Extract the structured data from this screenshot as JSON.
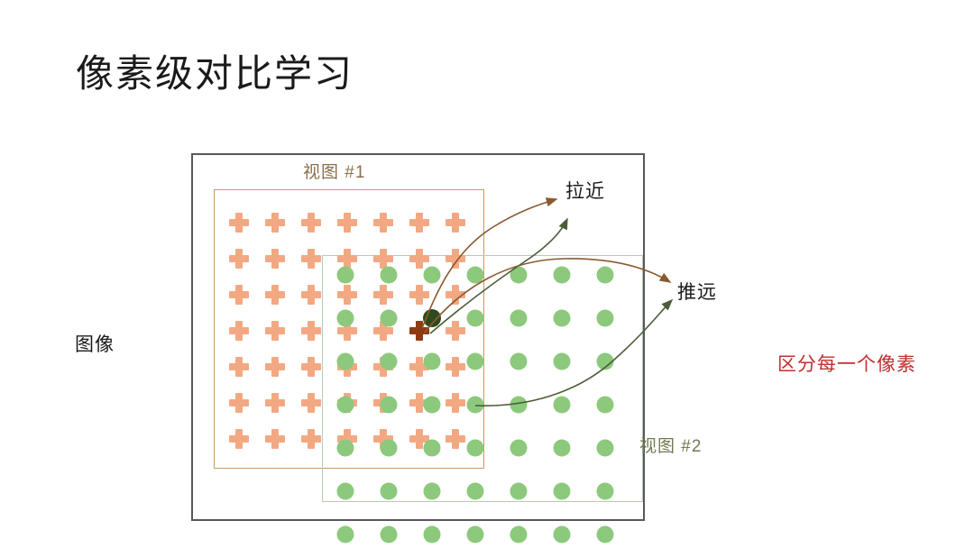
{
  "slide": {
    "title": "像素级对比学习",
    "image_label": "图像",
    "takeaway_label": "区分每一个像素",
    "takeaway_color": "#c03030"
  },
  "diagram": {
    "view1": {
      "label": "视图 #1",
      "border_color": "#c79a68",
      "label_color": "#8a7048",
      "marker": "cross",
      "marker_color": "#f2a983",
      "highlight_color": "#8e3b11",
      "grid_rows": 7,
      "grid_cols": 7
    },
    "view2": {
      "label": "视图 #2",
      "border_color": "#b9cbb0",
      "label_color": "#6f7a52",
      "marker": "dot",
      "marker_color": "#8cc97c",
      "highlight_color": "#2f4a1d",
      "grid_rows": 7,
      "grid_cols": 7
    },
    "frame_color": "#58585a",
    "arrows": [
      {
        "name": "pull-from-cross",
        "label": "拉近",
        "color": "#8a5a30"
      },
      {
        "name": "pull-from-dot",
        "label": "拉近",
        "color": "#4a5c38"
      },
      {
        "name": "push-from-cross",
        "label": "推远",
        "color": "#8a5a30"
      },
      {
        "name": "push-from-dot",
        "label": "推远",
        "color": "#4a5c38"
      }
    ],
    "labels": {
      "pull": "拉近",
      "push": "推远"
    }
  }
}
